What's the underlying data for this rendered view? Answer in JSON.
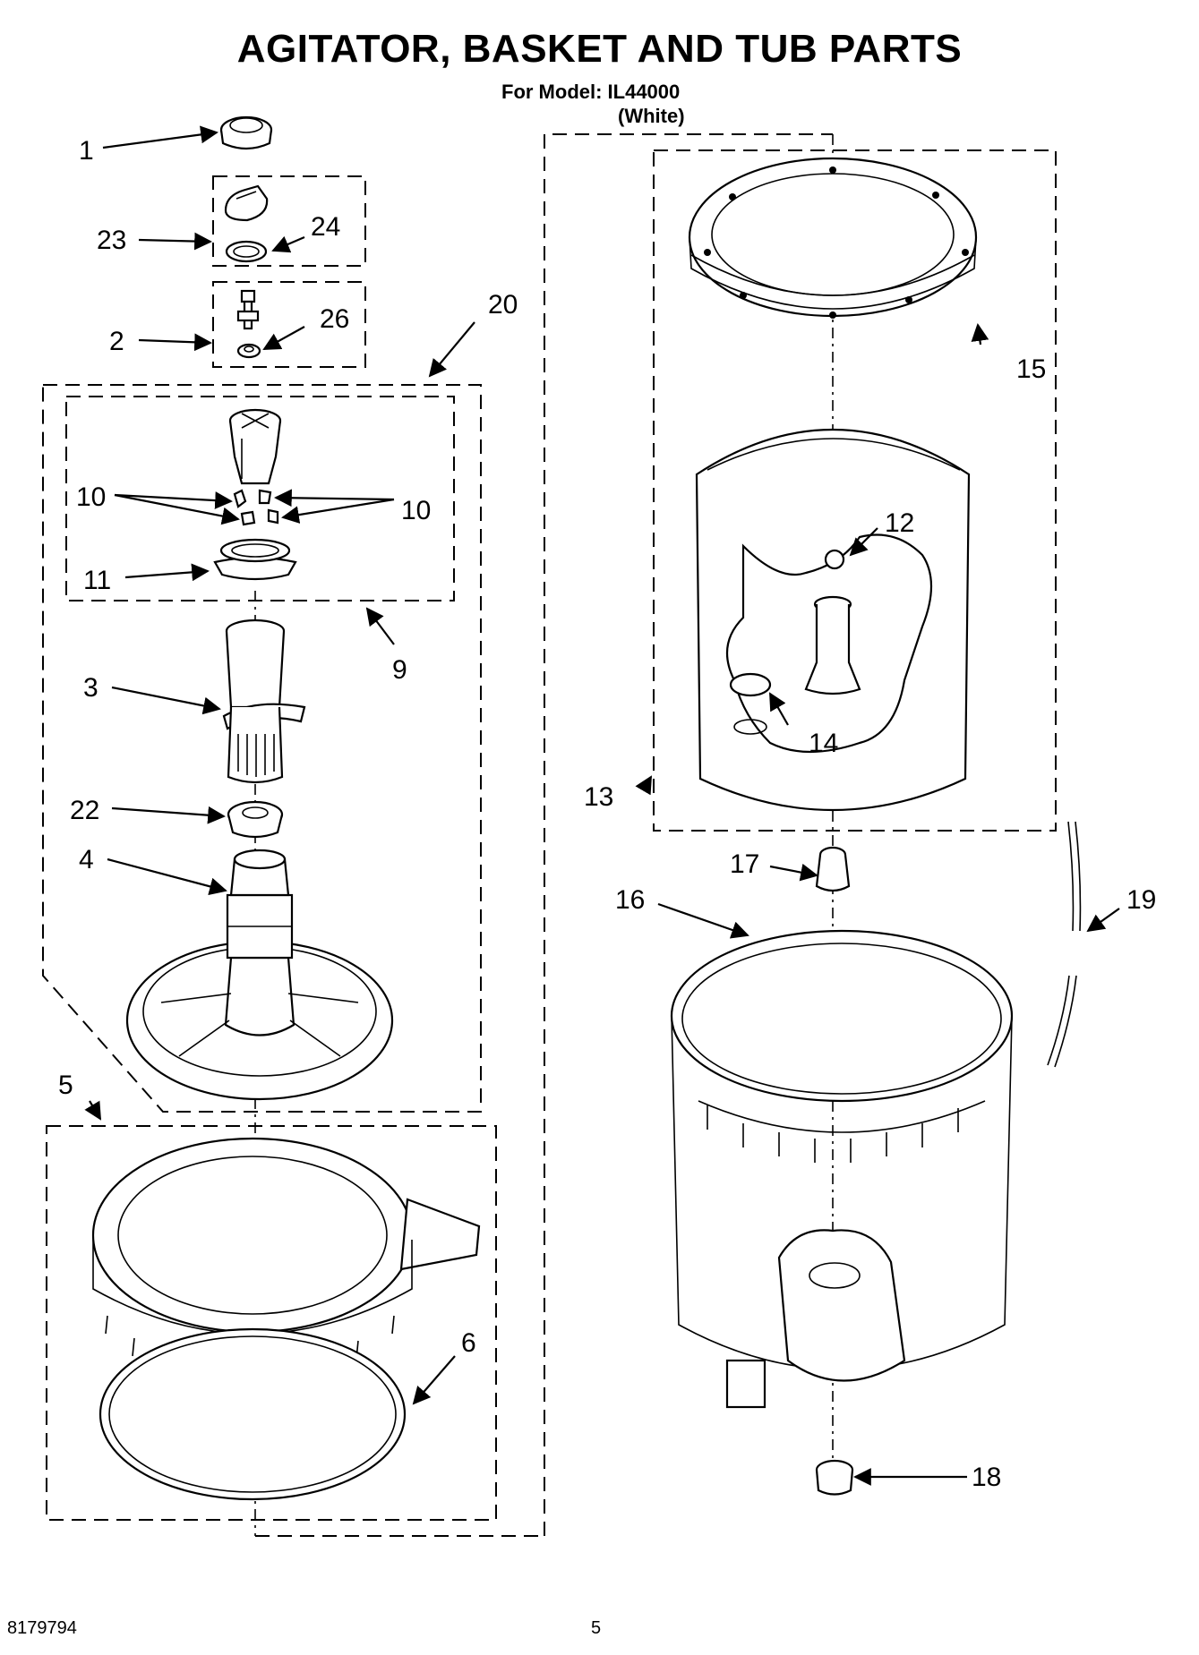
{
  "title": "AGITATOR, BASKET AND TUB PARTS",
  "model_line": "For Model: IL44000",
  "color_line": "(White)",
  "footer": {
    "doc_number": "8179794",
    "page_number": "5"
  },
  "callouts": {
    "c1": "1",
    "c2": "2",
    "c3": "3",
    "c4": "4",
    "c5": "5",
    "c6": "6",
    "c9": "9",
    "c10a": "10",
    "c10b": "10",
    "c11": "11",
    "c12": "12",
    "c13": "13",
    "c14": "14",
    "c15": "15",
    "c16": "16",
    "c17": "17",
    "c18": "18",
    "c19": "19",
    "c20": "20",
    "c22": "22",
    "c23": "23",
    "c24": "24",
    "c26": "26"
  }
}
